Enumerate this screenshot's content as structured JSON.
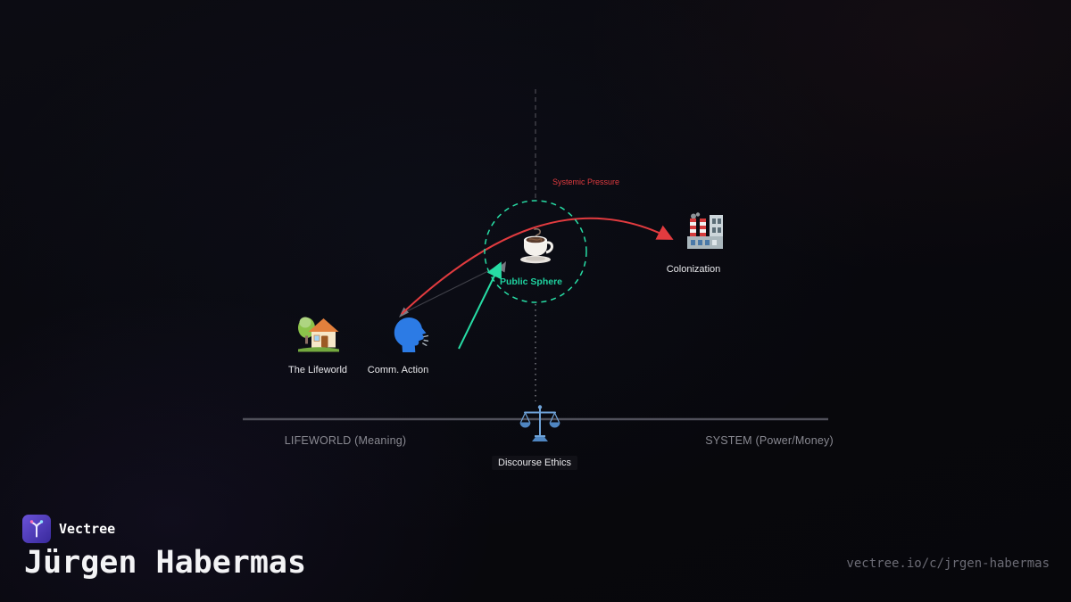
{
  "colors": {
    "background": "#0a0a10",
    "accent_red": "#e23b3f",
    "accent_teal": "#27dda5",
    "axis_line_gray": "#50505a",
    "axis_text_gray": "#8a8a92",
    "node_label_text": "#e9e9ec",
    "url_text": "#6b6b75",
    "logo_purple": "#4b3ab0"
  },
  "diagram": {
    "systemic_pressure_label": "Systemic Pressure",
    "nodes": {
      "public_sphere": {
        "label": "Public Sphere",
        "icon": "coffee-cup-icon"
      },
      "colonization": {
        "label": "Colonization",
        "icon": "factory-icon"
      },
      "lifeworld": {
        "label": "The Lifeworld",
        "icon": "house-icon"
      },
      "comm_action": {
        "label": "Comm. Action",
        "icon": "speaking-head-icon"
      },
      "discourse_ethics": {
        "label": "Discourse Ethics",
        "icon": "balance-scale-icon"
      }
    },
    "axis": {
      "left_label": "LIFEWORLD (Meaning)",
      "right_label": "SYSTEM (Power/Money)"
    }
  },
  "footer": {
    "brand_name": "Vectree",
    "page_title": "Jürgen Habermas",
    "page_url": "vectree.io/c/jrgen-habermas",
    "logo_icon": "vectree-logo-icon"
  }
}
